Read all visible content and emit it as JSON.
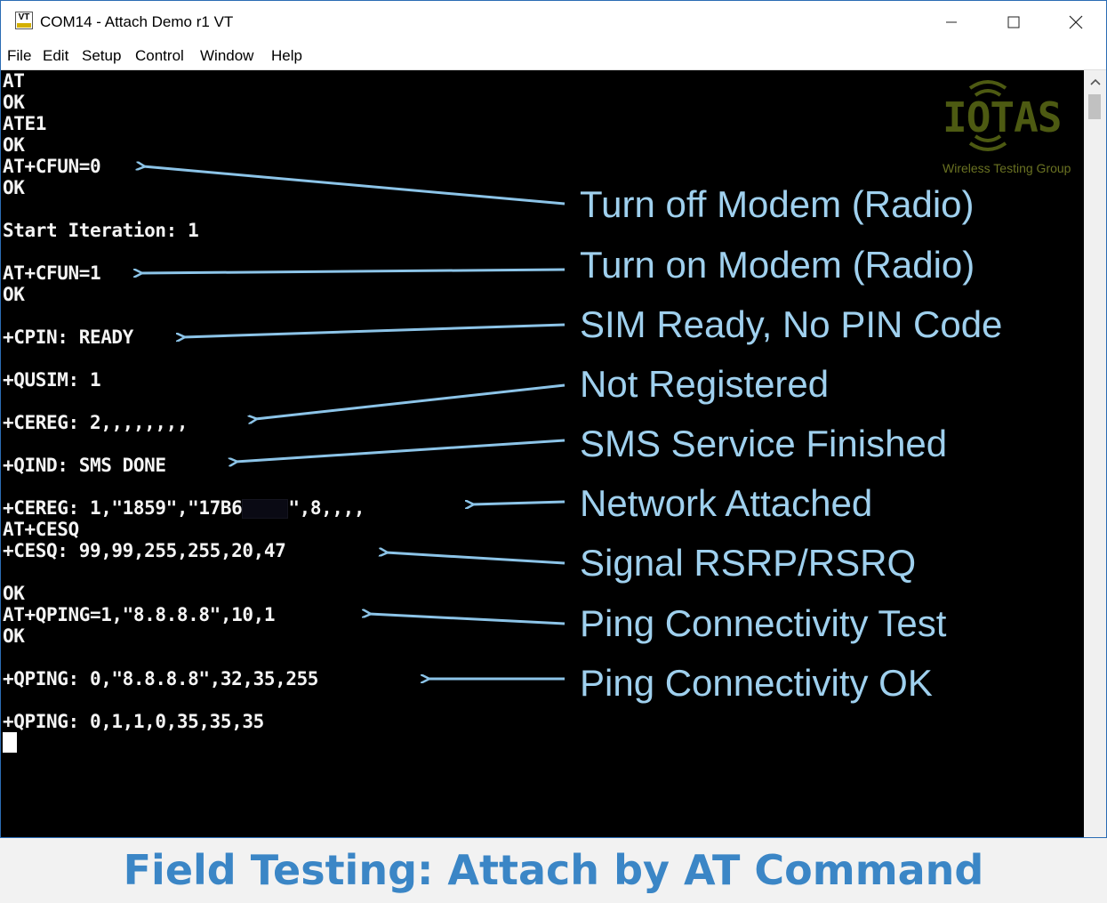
{
  "window": {
    "title": "COM14 - Attach Demo r1 VT",
    "icon_label": "VT",
    "controls": [
      "minimize-icon",
      "maximize-icon",
      "close-icon"
    ]
  },
  "menu": [
    "File",
    "Edit",
    "Setup",
    "Control",
    "Window",
    "Help"
  ],
  "terminal": {
    "lines": [
      "AT",
      "OK",
      "ATE1",
      "OK",
      "AT+CFUN=0",
      "OK",
      "",
      "Start Iteration: 1",
      "",
      "AT+CFUN=1",
      "OK",
      "",
      "+CPIN: READY",
      "",
      "+QUSIM: 1",
      "",
      "+CEREG: 2,,,,,,,,",
      "",
      "+QIND: SMS DONE",
      "",
      "+CEREG: 1,\"1859\",\"17B6",
      "AT+CESQ",
      "+CESQ: 99,99,255,255,20,47",
      "",
      "OK",
      "AT+QPING=1,\"8.8.8.8\",10,1",
      "OK",
      "",
      "+QPING: 0,\"8.8.8.8\",32,35,255",
      "",
      "+QPING: 0,1,1,0,35,35,35"
    ],
    "cereg_attached_suffix": "\",8,,,,"
  },
  "annotations": [
    "Turn off Modem (Radio)",
    "Turn on Modem (Radio)",
    "SIM Ready, No PIN Code",
    "Not Registered",
    "SMS Service Finished",
    "Network Attached",
    "Signal RSRP/RSRQ",
    "Ping Connectivity Test",
    "Ping Connectivity OK"
  ],
  "logo": {
    "name": "IOTAS",
    "subtitle": "Wireless Testing Group"
  },
  "caption": "Field Testing: Attach by AT Command",
  "colors": {
    "annotation": "#9fd0ee",
    "arrow": "#8cc4e8",
    "caption": "#3b86c6",
    "logo": "#4d5a12",
    "terminal_bg": "#000000",
    "terminal_text": "#f4f4f4"
  }
}
